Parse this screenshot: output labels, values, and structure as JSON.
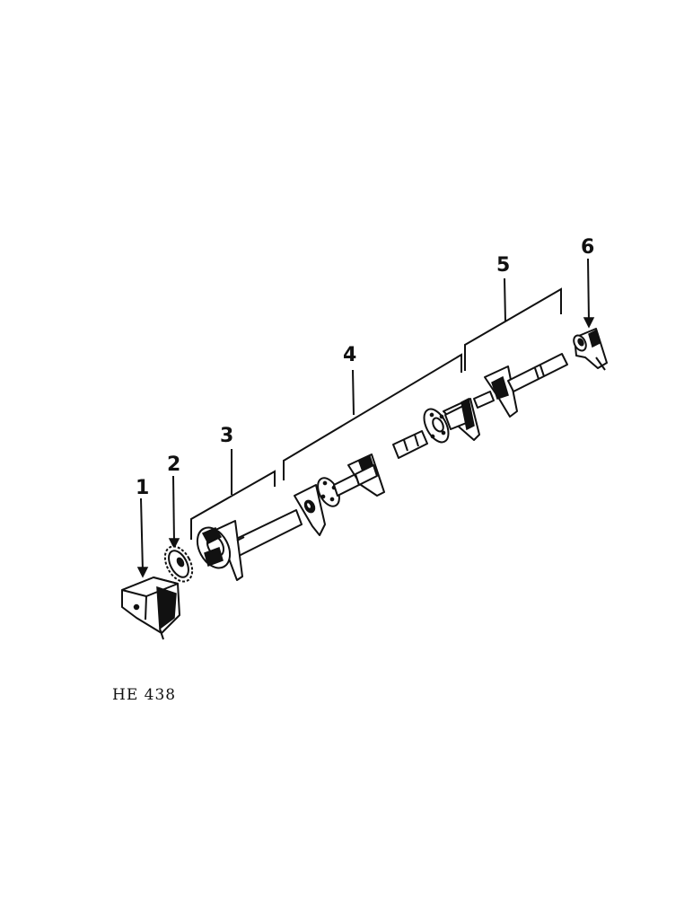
{
  "callouts": [
    {
      "id": "1",
      "text": "1"
    },
    {
      "id": "2",
      "text": "2"
    },
    {
      "id": "3",
      "text": "3"
    },
    {
      "id": "4",
      "text": "4"
    },
    {
      "id": "5",
      "text": "5"
    },
    {
      "id": "6",
      "text": "6"
    }
  ],
  "figure_code": "HE 438"
}
